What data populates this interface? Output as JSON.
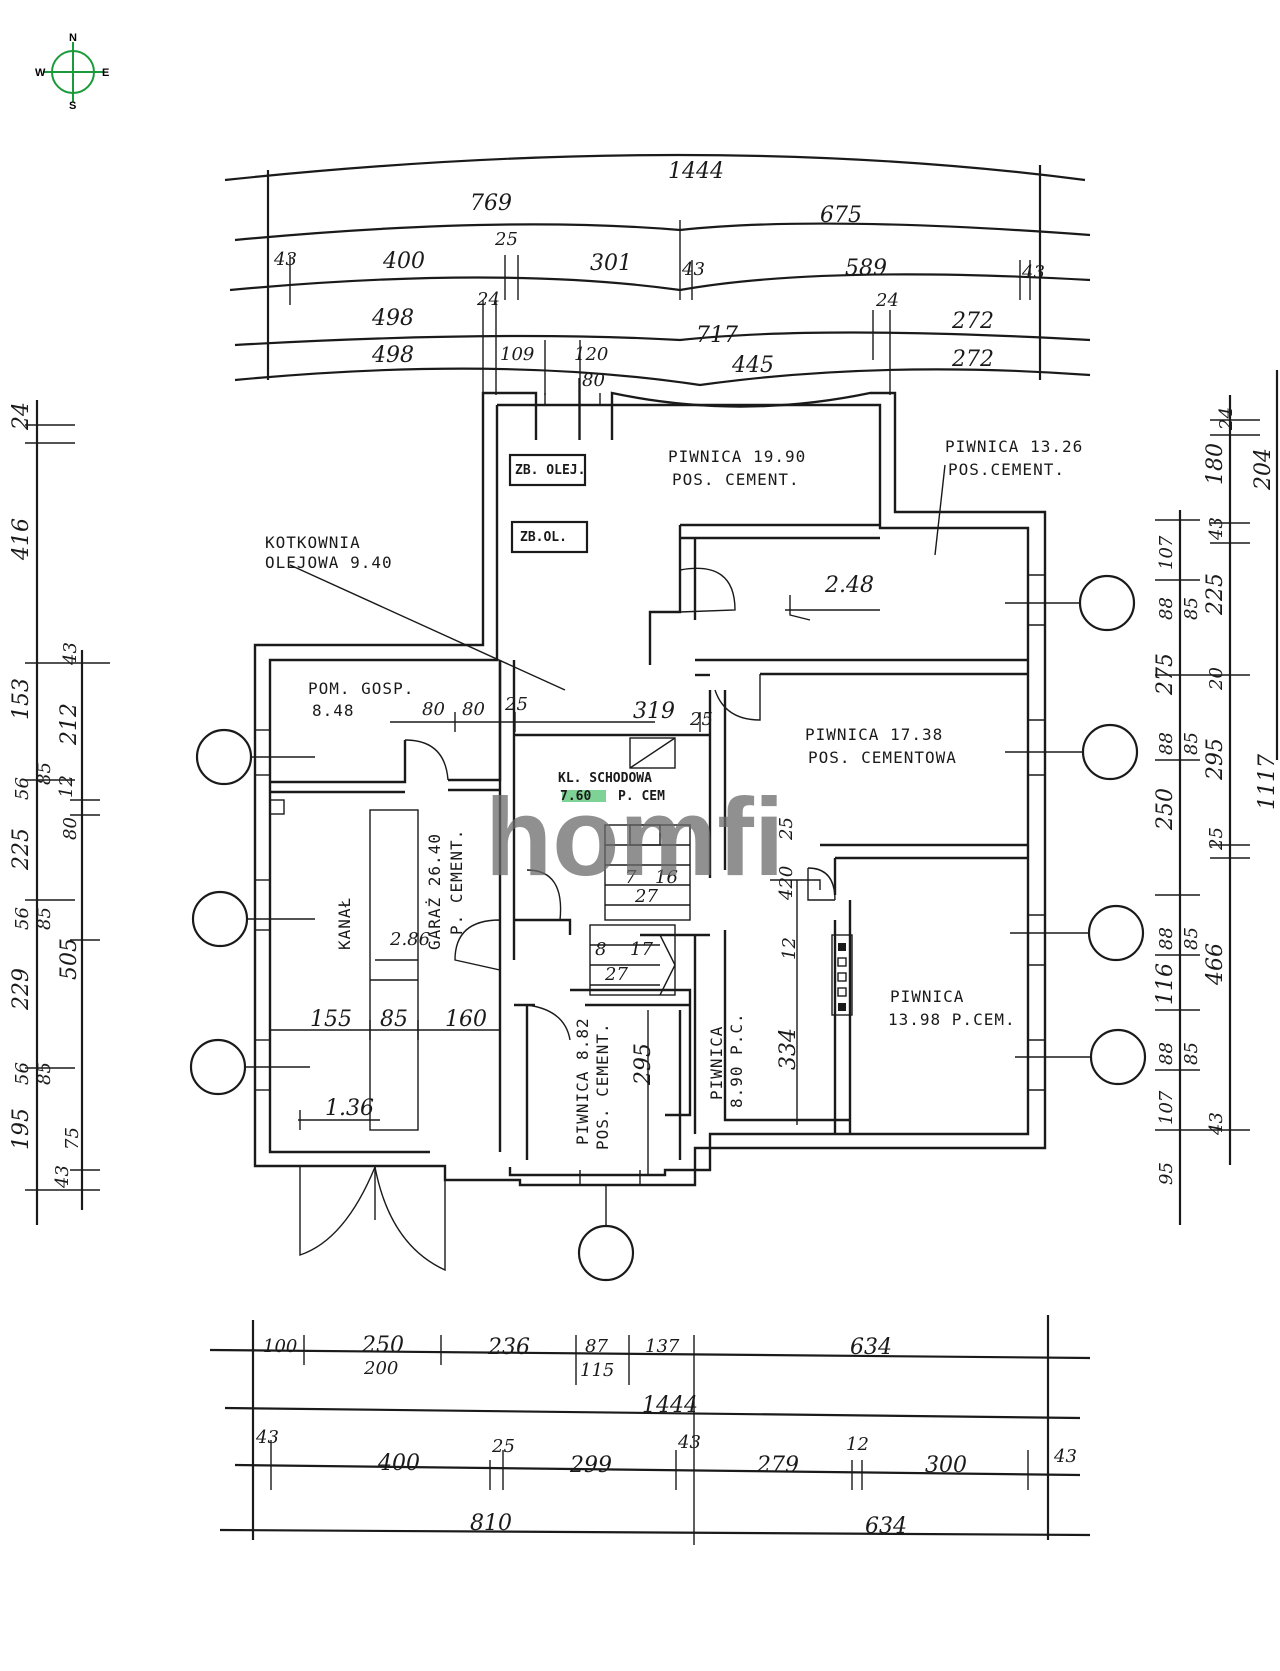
{
  "compass": {
    "n": "N",
    "s": "S",
    "w": "W",
    "e": "E",
    "color": "#1a9a3a"
  },
  "watermark": "homfi",
  "rooms": {
    "piwnica_1990": {
      "name": "PIWNICA 19.90",
      "floor": "POS. CEMENT."
    },
    "piwnica_1326": {
      "name": "PIWNICA 13.26",
      "floor": "POS.CEMENT."
    },
    "zb_olej": "ZB. OLEJ.",
    "zb_ol": "ZB.OL.",
    "kotlownia": {
      "line1": "KOTKOWNIA",
      "line2": "OLEJOWA 9.40"
    },
    "pom_gosp": {
      "name": "POM. GOSP.",
      "area": "8.48"
    },
    "kl_schodowa": {
      "name": "KL. SCHODOWA",
      "area": "7.60",
      "floor": "P. CEM"
    },
    "piwnica_1738": {
      "name": "PIWNICA 17.38",
      "floor": "POS. CEMENTOWA"
    },
    "garaz": {
      "name": "GARAŻ 26.40",
      "floor": "P. CEMENT."
    },
    "kanal": "KANAŁ",
    "piwnica_1398": {
      "name": "PIWNICA",
      "area": "13.98 P.CEM."
    },
    "piwnica_882": {
      "name": "PIWNICA 8.82",
      "floor": "POS. CEMENT."
    },
    "piwnica_890": {
      "name": "PIWNICA",
      "area": "8.90 P.C."
    }
  },
  "interior_dims": {
    "d248": "2.48",
    "d286": "2.86",
    "d136": "1.36",
    "d80a": "80",
    "d80b": "80",
    "d25a": "25",
    "d319": "319",
    "d25b": "25",
    "d155": "155",
    "d85": "85",
    "d160": "160",
    "d295": "295",
    "d334": "334",
    "d420": "420",
    "d12": "12",
    "d25c": "25",
    "st1a": "7",
    "st1b": "16",
    "st1c": "27",
    "st2a": "8",
    "st2b": "17",
    "st2c": "27"
  },
  "top_dims": {
    "row1": [
      "1444"
    ],
    "row2": [
      "769",
      "675"
    ],
    "row3": [
      "43",
      "400",
      "25",
      "301",
      "43",
      "589",
      "43"
    ],
    "row4": [
      "498",
      "24",
      "717",
      "24",
      "272"
    ],
    "row5": [
      "498",
      "109",
      "120",
      "80",
      "445",
      "272"
    ]
  },
  "bottom_dims": {
    "row1": [
      "100",
      "250",
      "200",
      "236",
      "87",
      "115",
      "137",
      "634"
    ],
    "row2": [
      "1444"
    ],
    "row3": [
      "43",
      "400",
      "25",
      "299",
      "43",
      "279",
      "12",
      "300",
      "43"
    ],
    "row4": [
      "810",
      "634"
    ]
  },
  "left_dims": {
    "outer": [
      "24",
      "416",
      "153",
      "56",
      "225",
      "56",
      "229",
      "56",
      "195",
      "43"
    ],
    "inner": [
      "43",
      "212",
      "85",
      "12",
      "80",
      "85",
      "505",
      "85",
      "75",
      "43"
    ]
  },
  "right_dims": {
    "outer": [
      "24",
      "107",
      "88",
      "275",
      "88",
      "250",
      "88",
      "116",
      "88",
      "107",
      "95"
    ],
    "mid": [
      "180",
      "43",
      "85",
      "20",
      "85",
      "25",
      "85",
      "85",
      "43"
    ],
    "far": [
      "204",
      "225",
      "295",
      "466",
      "1117"
    ]
  }
}
